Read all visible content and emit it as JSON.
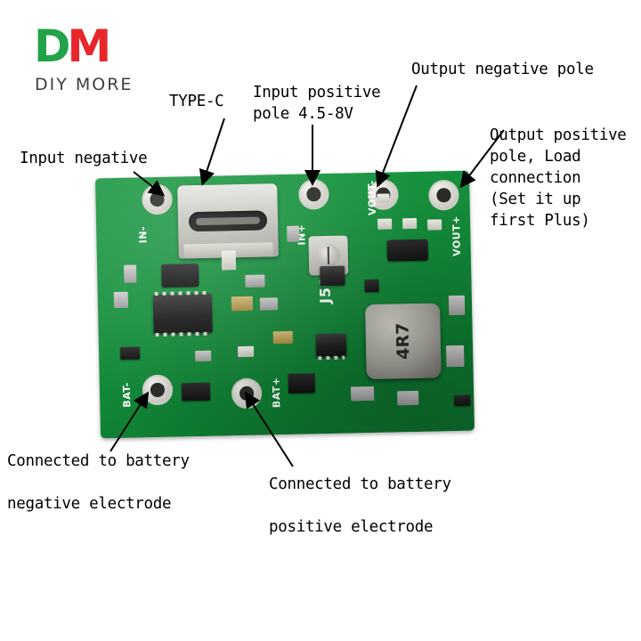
{
  "brand": {
    "mark_left": "D",
    "mark_right": "M",
    "name": "DIY MORE"
  },
  "labels": {
    "type_c": "TYPE-C",
    "input_positive": "Input positive\npole 4.5-8V",
    "output_negative": "Output negative pole",
    "output_positive": "Output positive\npole, Load\nconnection\n(Set it up\nfirst Plus)",
    "input_negative": "Input negative",
    "battery_negative": "Connected to battery\n\nnegative electrode",
    "battery_positive": "Connected to battery\n\npositive electrode"
  },
  "board": {
    "silkscreen": {
      "in_minus": "IN-",
      "in_plus": "IN+",
      "vout_minus": "VOUT-",
      "vout_plus": "VOUT+",
      "bat_minus": "BAT-",
      "bat_plus": "BAT+",
      "part_number": "J5019",
      "inductor_code": "4R7"
    },
    "colors": {
      "solder_mask": "#16903d",
      "silkscreen": "#ffffff",
      "pad": "#d9d9d2",
      "brand_green": "#22a34a",
      "brand_red": "#e8262b"
    }
  }
}
